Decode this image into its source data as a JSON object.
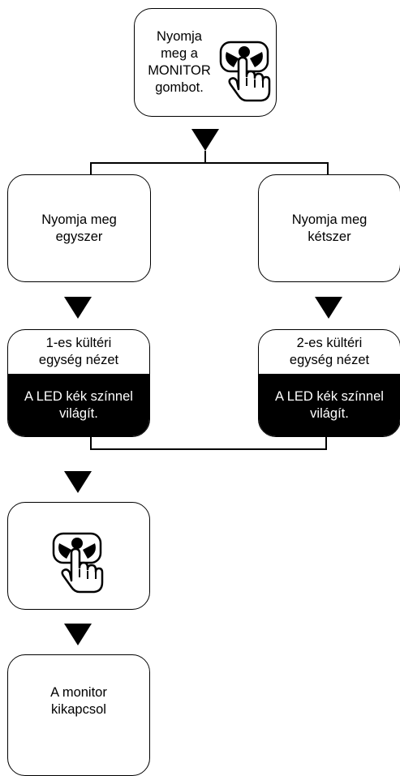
{
  "steps": {
    "press_monitor": "Nyomja\nmeg a\nMONITOR\ngombot.",
    "press_once": "Nyomja meg\negyszer",
    "press_twice": "Nyomja meg\nkétszer",
    "outdoor_1_view": "1-es kültéri\negység nézet",
    "outdoor_1_led": "A LED kék színnel\nvilágít.",
    "outdoor_2_view": "2-es kültéri\negység nézet",
    "outdoor_2_led": "A LED kék színnel\nvilágít.",
    "monitor_off": "A monitor\nkikapcsol"
  },
  "icons": {
    "monitor_button": "monitor-button-press-icon"
  }
}
